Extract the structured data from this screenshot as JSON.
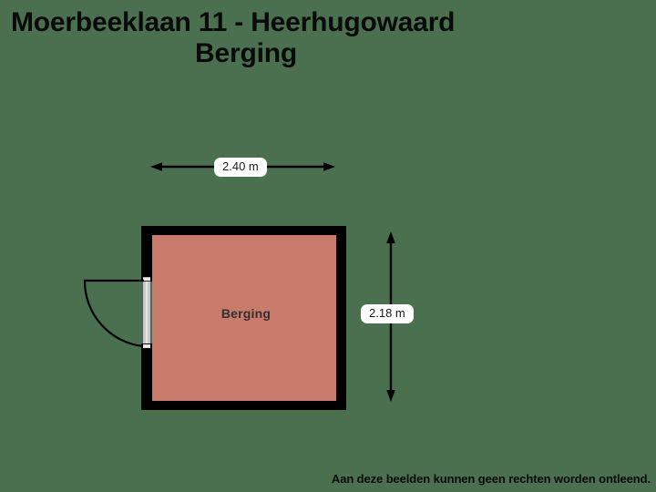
{
  "page": {
    "background_color": "#4a7050"
  },
  "header": {
    "title_line_1": "Moerbeeklaan 11 - Heerhugowaard",
    "title_line_2": "Berging"
  },
  "floorplan": {
    "room_label": "Berging",
    "room_fill_color": "#c97b6b",
    "wall_color": "#000000",
    "door_leaf_color": "#c8c8c8",
    "dimensions": {
      "width_label": "2.40 m",
      "height_label": "2.18 m"
    }
  },
  "footer": {
    "disclaimer": "Aan deze beelden kunnen geen rechten worden ontleend."
  }
}
